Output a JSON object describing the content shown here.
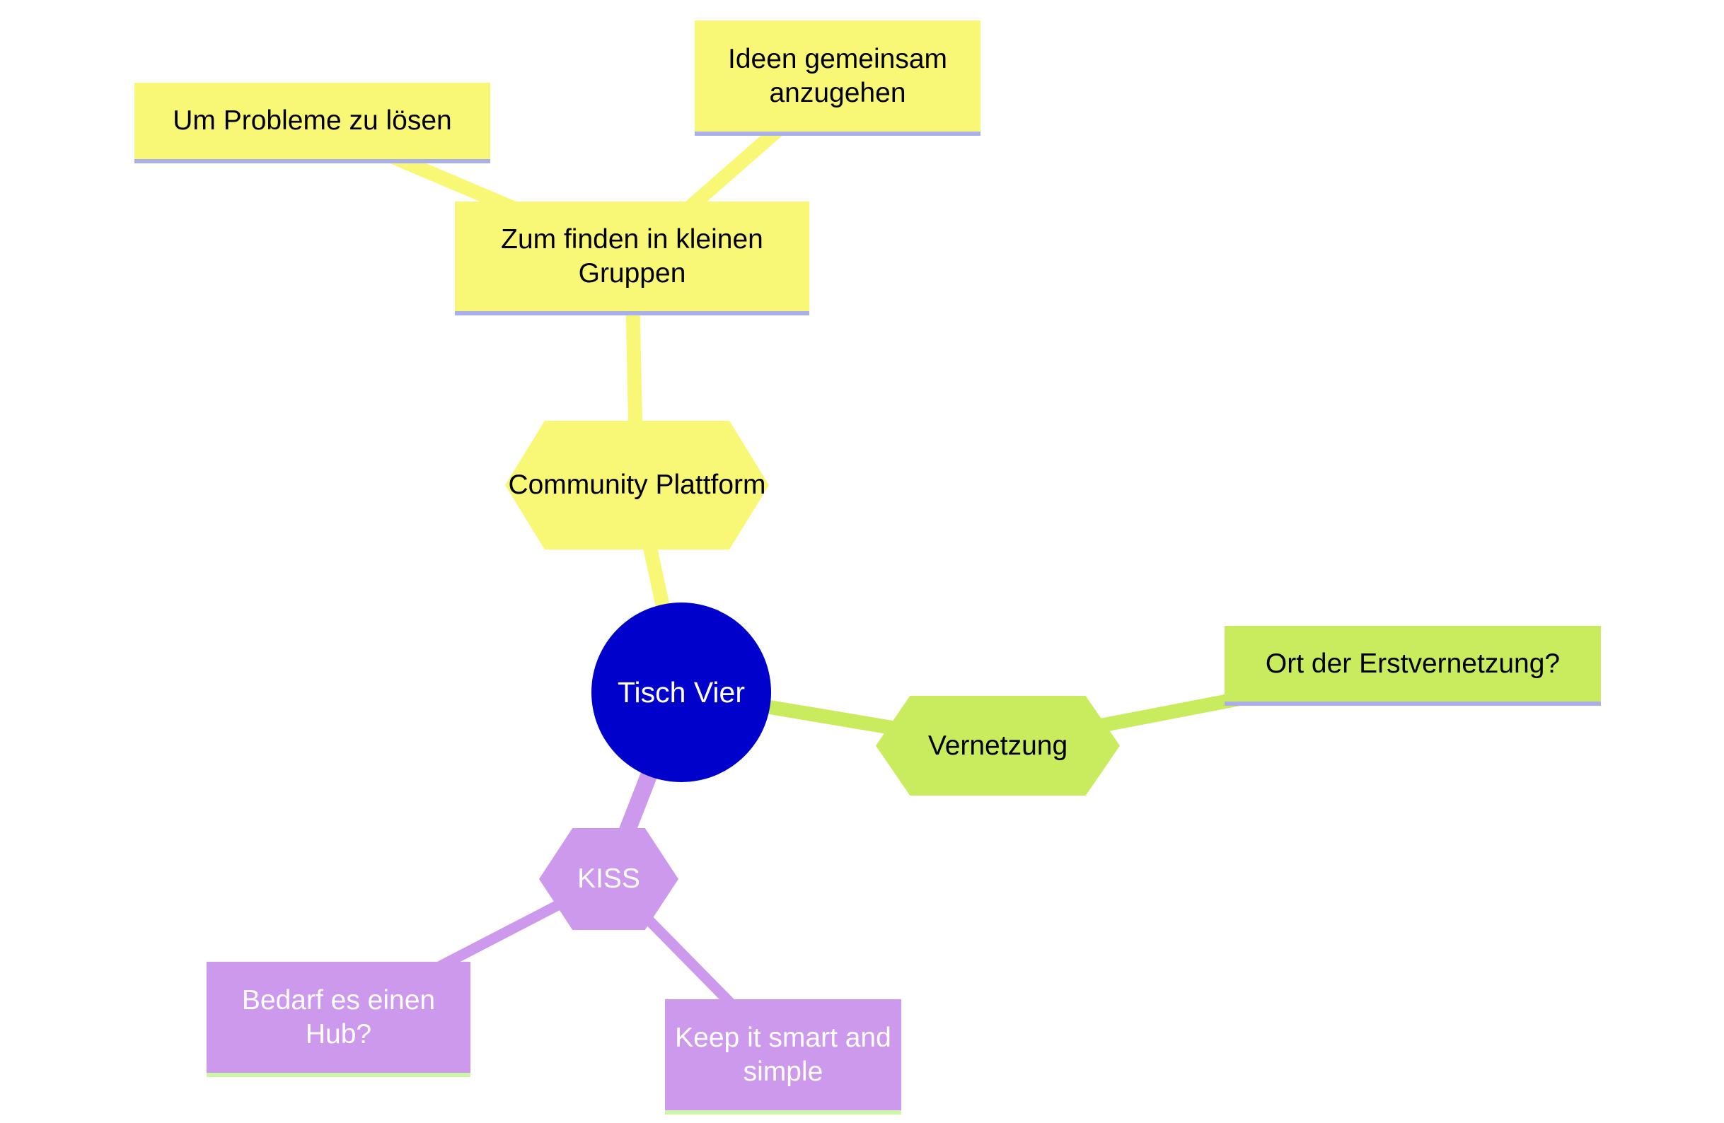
{
  "diagram": {
    "colors": {
      "branch_yellow": "#F9F876",
      "branch_green": "#C9EC5F",
      "branch_purple": "#CC99EC",
      "center_blue": "#0101CC",
      "underline_lavender": "#A9AFE8",
      "underline_pale_green": "#CDF5A6"
    },
    "nodes": {
      "center": {
        "label": "Tisch Vier"
      },
      "community": {
        "label": "Community Plattform"
      },
      "gruppen": {
        "label": "Zum finden in kleinen Gruppen"
      },
      "probleme": {
        "label": "Um Probleme zu lösen"
      },
      "ideen": {
        "label": "Ideen gemeinsam anzugehen"
      },
      "vernetzung": {
        "label": "Vernetzung"
      },
      "ort": {
        "label": "Ort der Erstvernetzung?"
      },
      "kiss": {
        "label": "KISS"
      },
      "hub": {
        "label": "Bedarf es einen Hub?"
      },
      "keep": {
        "label": "Keep it smart and simple"
      }
    }
  }
}
